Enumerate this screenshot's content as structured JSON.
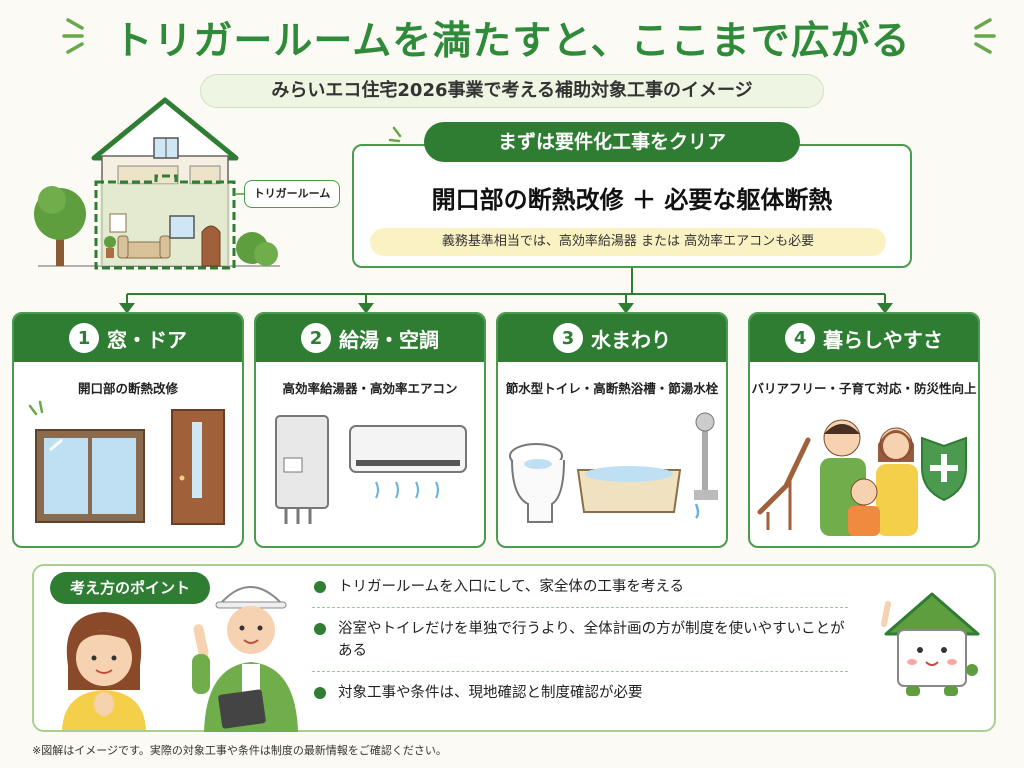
{
  "title": "トリガールームを満たすと、ここまで広がる",
  "subtitle": "みらいエコ住宅2026事業で考える補助対象工事のイメージ",
  "house": {
    "trigger_label": "トリガールーム"
  },
  "requirement": {
    "header": "まずは要件化工事をクリア",
    "main": "開口部の断熱改修 ＋ 必要な躯体断熱",
    "note": "義務基準相当では、高効率給湯器 または 高効率エアコンも必要"
  },
  "cards": [
    {
      "num": "1",
      "title": "窓・ドア",
      "desc": "開口部の断熱改修"
    },
    {
      "num": "2",
      "title": "給湯・空調",
      "desc": "高効率給湯器・高効率エアコン"
    },
    {
      "num": "3",
      "title": "水まわり",
      "desc": "節水型トイレ・高断熱浴槽・節湯水栓"
    },
    {
      "num": "4",
      "title": "暮らしやすさ",
      "desc": "バリアフリー・子育て対応・防災性向上"
    }
  ],
  "points": {
    "header": "考え方のポイント",
    "items": [
      "トリガールームを入口にして、家全体の工事を考える",
      "浴室やトイレだけを単独で行うより、全体計画の方が制度を使いやすいことがある",
      "対象工事や条件は、現地確認と制度確認が必要"
    ]
  },
  "footnote": "※図解はイメージです。実際の対象工事や条件は制度の最新情報をご確認ください。",
  "colors": {
    "accent": "#2e7d32",
    "title": "#2f8a3a",
    "note_bg": "#fbf2c4"
  }
}
